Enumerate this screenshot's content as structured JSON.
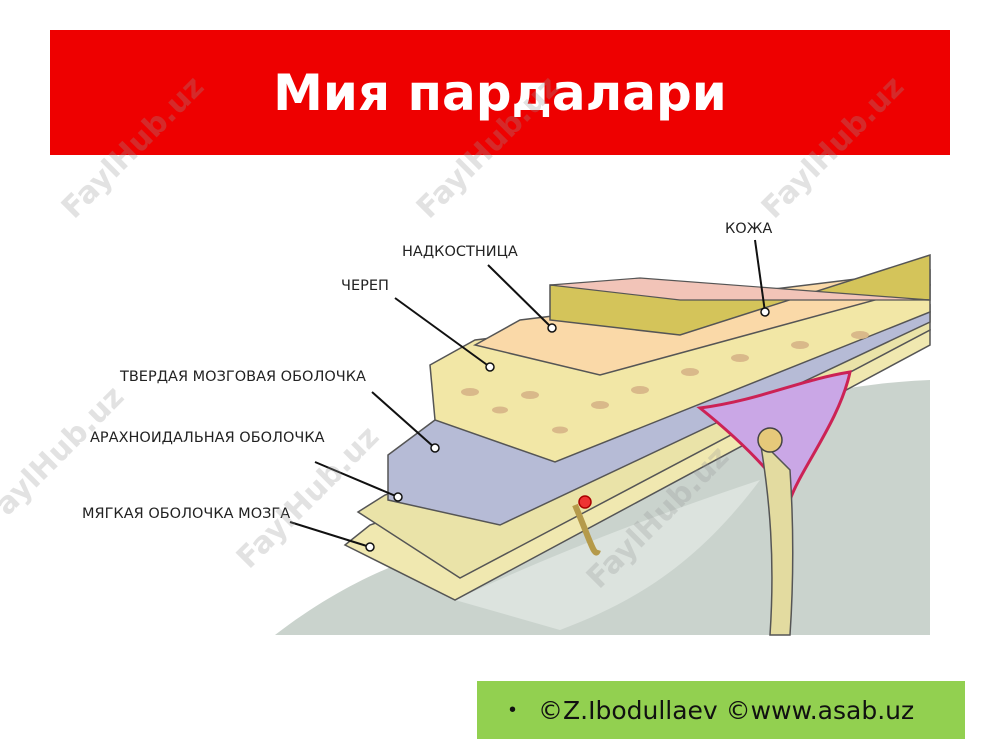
{
  "title": "Мия пардалари",
  "labels": {
    "skin": "КОЖА",
    "periosteum": "НАДКОСТНИЦА",
    "skull": "ЧЕРЕП",
    "dura": "ТВЕРДАЯ МОЗГОВАЯ ОБОЛОЧКА",
    "arachnoid": "АРАХНОИДАЛЬНАЯ ОБОЛОЧКА",
    "pia": "МЯГКАЯ ОБОЛОЧКА МОЗГА"
  },
  "watermark": "FaylHub.uz",
  "footer": {
    "bullet": "•",
    "text": "©Z.Ibodullaev ©www.asab.uz"
  },
  "colors": {
    "title_bg": "#ee0000",
    "footer_bg": "#92d050"
  }
}
